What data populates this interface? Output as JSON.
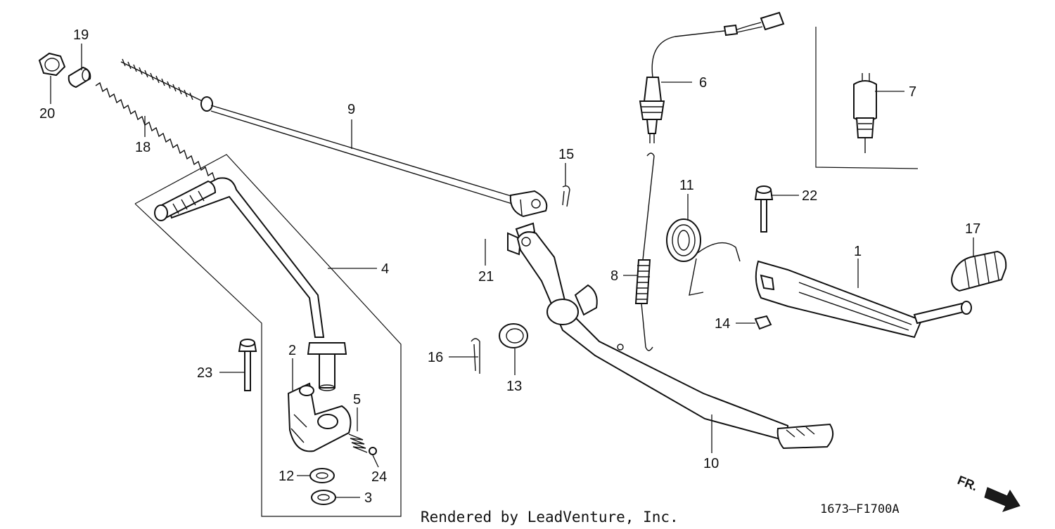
{
  "callouts": {
    "c1": "1",
    "c2": "2",
    "c3": "3",
    "c4": "4",
    "c5": "5",
    "c6": "6",
    "c7": "7",
    "c8": "8",
    "c9": "9",
    "c10": "10",
    "c11": "11",
    "c12": "12",
    "c13": "13",
    "c14": "14",
    "c15": "15",
    "c16": "16",
    "c17": "17",
    "c18": "18",
    "c19": "19",
    "c20": "20",
    "c21": "21",
    "c22": "22",
    "c23": "23",
    "c24": "24"
  },
  "footer": {
    "credit": "Rendered by LeadVenture, Inc.",
    "diagram_code": "1673–F1700A",
    "direction_label": "FR."
  }
}
